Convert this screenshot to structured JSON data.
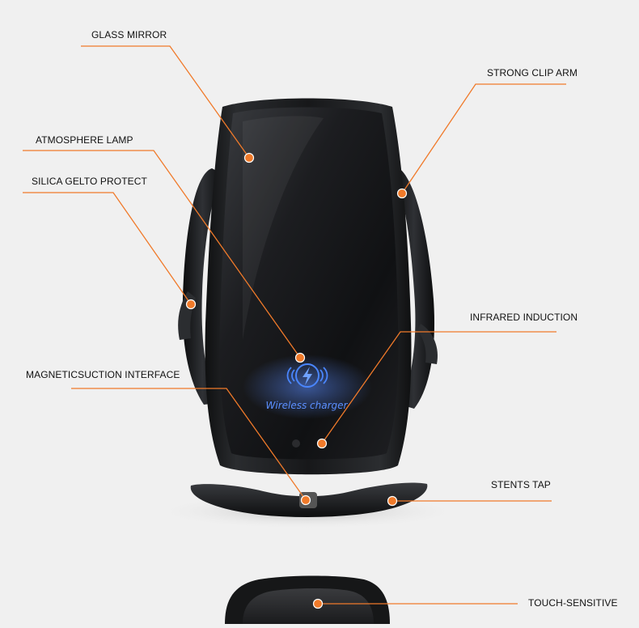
{
  "product": {
    "screen_text": "Wireless charger"
  },
  "callouts": {
    "glass_mirror": "GLASS MIRROR",
    "strong_clip_arm": "STRONG CLIP ARM",
    "atmosphere_lamp": "ATMOSPHERE LAMP",
    "silica_gel_protect": "SILICA GELTO PROTECT",
    "infrared_induction": "INFRARED INDUCTION",
    "magnetic_suction_interface": "MAGNETICSUCTION INTERFACE",
    "stents_tap": "STENTS TAP",
    "touch_sensitive": "TOUCH-SENSITIVE"
  },
  "colors": {
    "background": "#f0f0f0",
    "callout_line": "#f07a2a",
    "callout_dot": "#f07a2a",
    "glow_blue": "#3f7bff",
    "body_dark": "#1b1c1e"
  },
  "icons": {
    "charging_symbol": "lightning-bolt-icon"
  }
}
